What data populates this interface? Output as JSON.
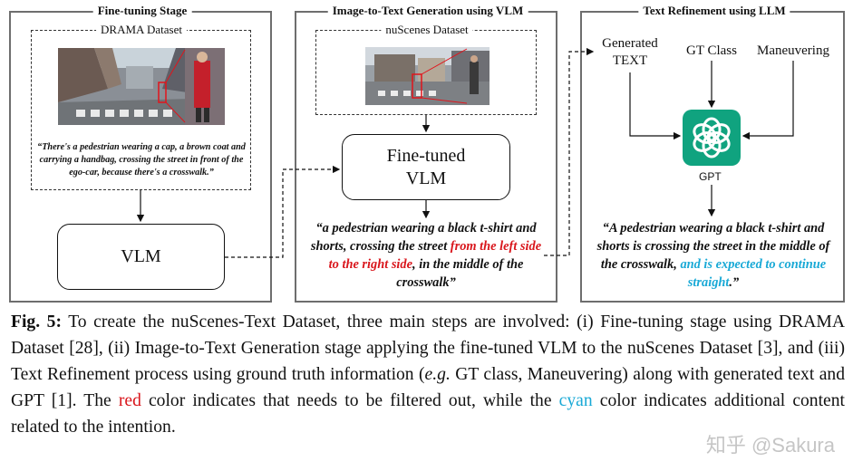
{
  "panels": {
    "finetune": {
      "title": "Fine-tuning Stage",
      "dataset": "DRAMA Dataset",
      "quote": "“There's a pedestrian wearing a cap, a brown coat and carrying a handbag, crossing the street in front of the ego-car, because there's a crosswalk.”",
      "model": "VLM"
    },
    "img2text": {
      "title": "Image-to-Text Generation using VLM",
      "dataset": "nuScenes Dataset",
      "model_line1": "Fine-tuned",
      "model_line2": "VLM",
      "quote_part1": "“a pedestrian wearing a black t-shirt and shorts, crossing the street ",
      "quote_red": "from the left side to the right side",
      "quote_part2": ", in the middle of the crosswalk”"
    },
    "refine": {
      "title": "Text Refinement using LLM",
      "input1_line1": "Generated",
      "input1_line2": "TEXT",
      "input2": "GT Class",
      "input3": "Maneuvering",
      "gpt_label": "GPT",
      "quote_part1": "“A pedestrian wearing a black t-shirt and shorts is crossing the street in the middle of the crosswalk, ",
      "quote_cyan": "and is expected to continue straight",
      "quote_part2": ".”"
    }
  },
  "caption": {
    "fig": "Fig. 5:",
    "text1": " To create the nuScenes-Text Dataset, three main steps are involved: (i) Fine-tuning stage using DRAMA Dataset [28], (ii) Image-to-Text Generation stage applying the fine-tuned VLM to the nuScenes Dataset [3], and (iii) Text Refinement process using ground truth information (",
    "eg": "e.g.",
    "text2": " GT class, Maneuvering) along with generated text and GPT [1]. The ",
    "red_word": "red",
    "text3": " color indicates that needs to be filtered out, while the ",
    "cyan_word": "cyan",
    "text4": " color indicates additional content related to the intention."
  },
  "watermark": "知乎 @Sakura",
  "colors": {
    "red": "#d9161c",
    "cyan": "#19a9d6",
    "gpt_green": "#10a37f"
  }
}
